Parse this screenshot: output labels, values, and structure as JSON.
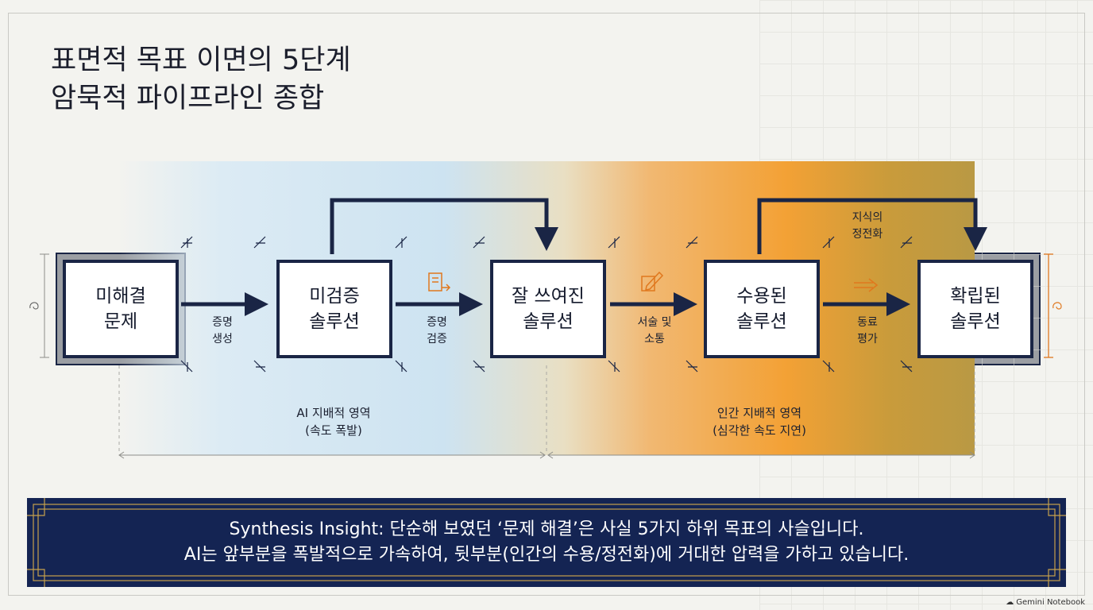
{
  "title": {
    "line1": "표면적 목표 이면의 5단계",
    "line2": "암묵적 파이프라인 종합"
  },
  "stages": [
    {
      "label": "미해결\n문제"
    },
    {
      "label": "미검증\n솔루션"
    },
    {
      "label": "잘 쓰여진\n솔루션"
    },
    {
      "label": "수용된\n솔루션"
    },
    {
      "label": "확립된\n솔루션"
    }
  ],
  "transitions": [
    {
      "label": "증명\n생성"
    },
    {
      "label": "증명\n검증"
    },
    {
      "label": "서술 및\n소통"
    },
    {
      "label": "동료\n평가"
    }
  ],
  "feedback": {
    "label": "지식의\n정전화"
  },
  "regions": {
    "ai": "AI 지배적 영역\n(속도 폭발)",
    "human": "인간 지배적 영역\n(심각한 속도 지연)"
  },
  "insight": {
    "line1": "Synthesis Insight: 단순해 보였던 ‘문제 해결’은 사실 5가지 하위 목표의 사슬입니다.",
    "line2": "AI는 앞부분을 폭발적으로 가속하여, 뒷부분(인간의 수용/정전화)에 거대한 압력을 가하고 있습니다."
  },
  "watermark": "Gemini Notebook",
  "icons": [
    "document-arrow-icon",
    "pencil-edit-icon",
    "double-arrow-icon",
    "swirl-icon"
  ],
  "colors": {
    "navy": "#142453",
    "box_border": "#1a2545",
    "orange_accent": "#e0781e",
    "ai_blue": "#cde3f1",
    "human_orange": "#f3a135"
  }
}
